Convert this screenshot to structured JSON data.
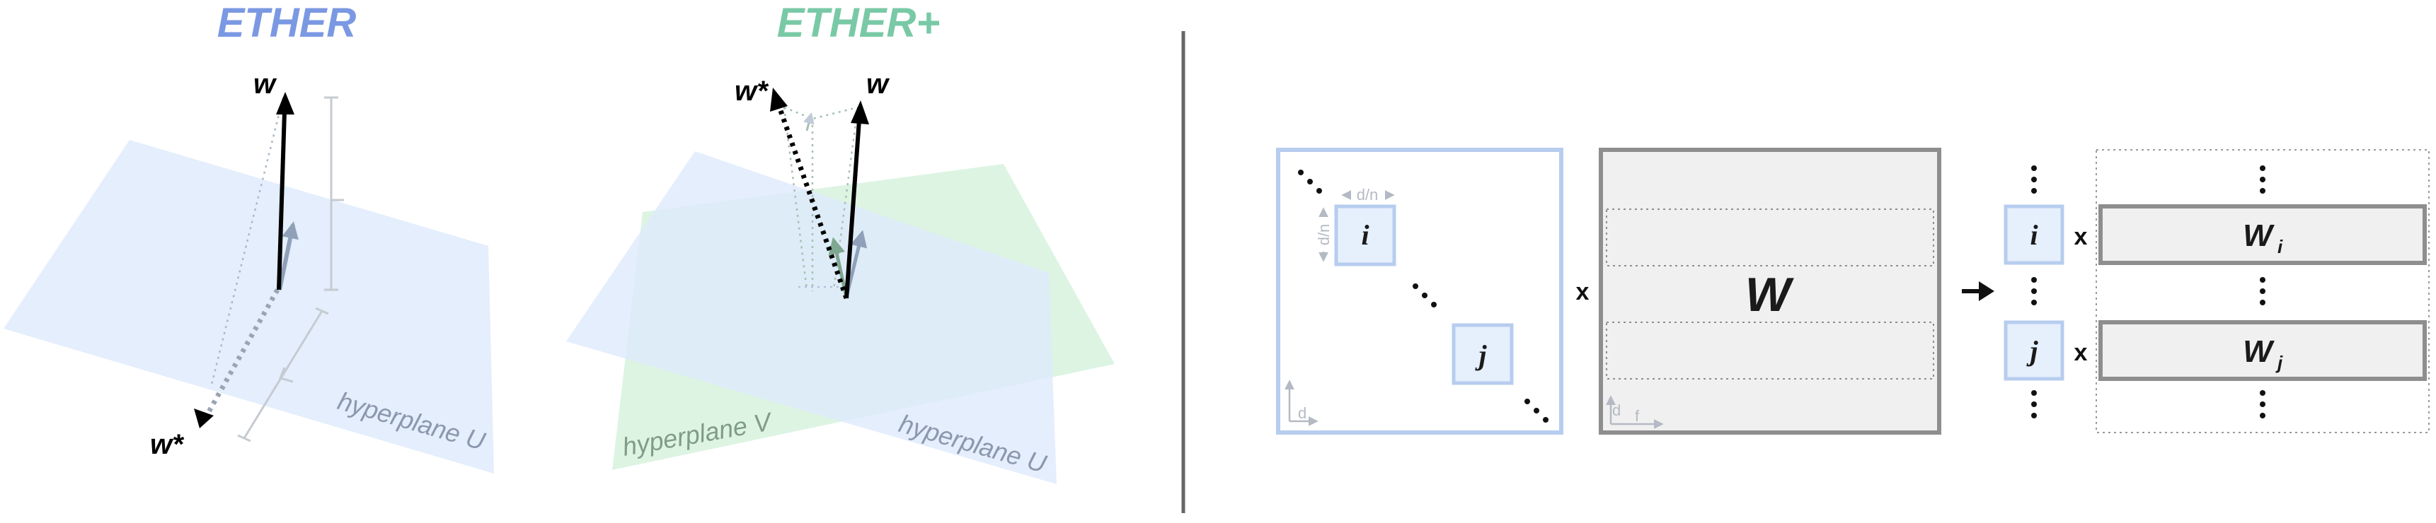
{
  "titles": {
    "ether": "ETHER",
    "ether_plus": "ETHER+"
  },
  "vectors": {
    "w": "w",
    "w_star": "w*"
  },
  "planes": {
    "u": "hyperplane U",
    "v": "hyperplane V"
  },
  "blocks": {
    "i": "i",
    "j": "j"
  },
  "dims": {
    "d_over_n": "d/n",
    "d": "d",
    "f": "f"
  },
  "matrix": {
    "name": "W",
    "row_i": "W",
    "row_i_sub": "i",
    "row_j": "W",
    "row_j_sub": "j"
  },
  "operators": {
    "times": "x"
  },
  "colors": {
    "ether_title": "#7b98e3",
    "ether_plus_title": "#79c9a6",
    "plane_blue": "#e3edfb",
    "plane_green": "#d8f3df",
    "block_border": "#b7cdef",
    "block_fill": "#e6effc",
    "matrix_border": "#8e8e8e",
    "matrix_fill": "#f0f0f0",
    "divider": "#666666"
  }
}
